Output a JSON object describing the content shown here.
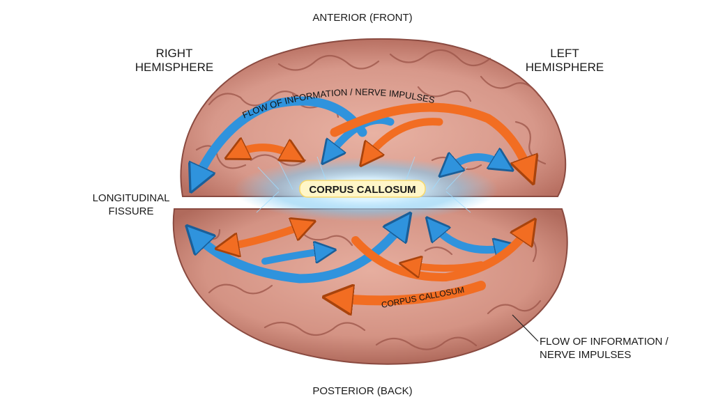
{
  "labels": {
    "anterior": "ANTERIOR (FRONT)",
    "posterior": "POSTERIOR (BACK)",
    "right_hemisphere": [
      "RIGHT",
      "HEMISPHERE"
    ],
    "left_hemisphere": [
      "LEFT",
      "HEMISPHERE"
    ],
    "fissure": [
      "LONGITUDINAL",
      "FISSURE"
    ],
    "flow_callout": [
      "FLOW OF INFORMATION /",
      "NERVE IMPULSES"
    ],
    "arc_text": "FLOW OF INFORMATION / NERVE IMPULSES",
    "corpus_center": "CORPUS CALLOSUM",
    "corpus_lower": "CORPUS CALLOSUM"
  },
  "colors": {
    "brain": "#d89a8a",
    "gyrus_line": "#9b5448",
    "blue_arrow": "#3aa2e8",
    "orange_arrow": "#f5792a",
    "glow": "#bfe8ff",
    "label_fill": "#fff6c8"
  }
}
